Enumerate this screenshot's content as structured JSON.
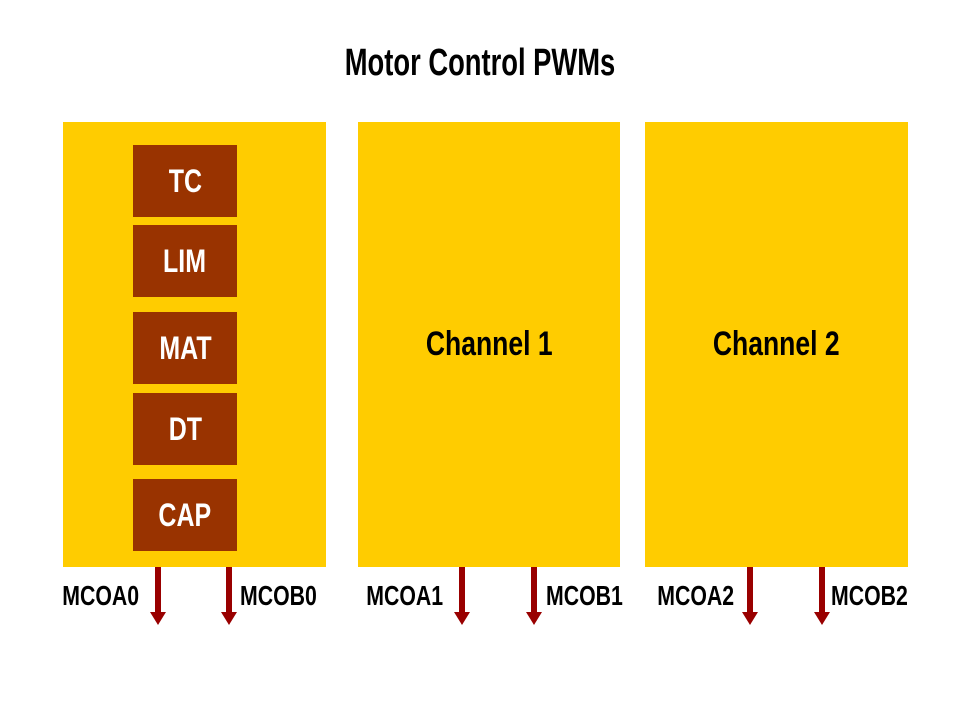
{
  "title": "Motor Control PWMs",
  "colors": {
    "module_fill": "#FFCC00",
    "block_fill": "#993300",
    "arrow": "#990000",
    "block_text": "#FFFFFF",
    "text": "#000000",
    "background": "#FFFFFF"
  },
  "modules": [
    {
      "name": "pwm-channel-0",
      "blocks": [
        "TC",
        "LIM",
        "MAT",
        "DT",
        "CAP"
      ],
      "outputs": [
        {
          "label": "MCOA0"
        },
        {
          "label": "MCOB0"
        }
      ]
    },
    {
      "name": "pwm-channel-1",
      "caption": "Channel 1",
      "outputs": [
        {
          "label": "MCOA1"
        },
        {
          "label": "MCOB1"
        }
      ]
    },
    {
      "name": "pwm-channel-2",
      "caption": "Channel 2",
      "outputs": [
        {
          "label": "MCOA2"
        },
        {
          "label": "MCOB2"
        }
      ]
    }
  ]
}
